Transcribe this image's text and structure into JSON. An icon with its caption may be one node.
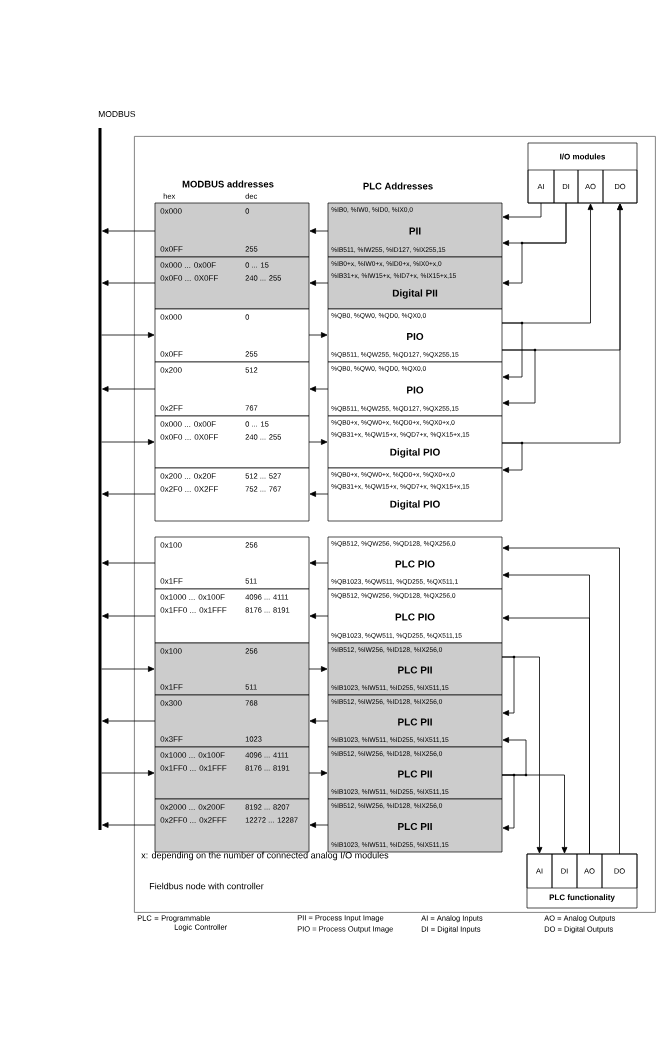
{
  "diagram": {
    "nodes": [
      {
        "text": [
          "MODBUS"
        ]
      },
      {
        "text": [
          "Fieldbus node with controller"
        ]
      },
      {
        "text": [
          "0x000",
          "0",
          "0x0FF",
          "255"
        ],
        "in": 1
      },
      {
        "text": [
          "0x000 ... 0x00F",
          "0 ... 15",
          "0x0F0 ... 0X0FF",
          "240 ... 255"
        ],
        "in": 1
      },
      {
        "text": [
          "0x000",
          "0",
          "0x0FF",
          "255"
        ],
        "in": 1
      },
      {
        "text": [
          "0x200",
          "512",
          "0x2FF",
          "767"
        ],
        "in": 1
      },
      {
        "text": [
          "0x000 ... 0x00F",
          "0 ... 15",
          "0x0F0 ... 0X0FF",
          "240 ... 255"
        ],
        "in": 1
      },
      {
        "text": [
          "0x200 ... 0x20F",
          "512 ... 527",
          "0x2F0 ... 0X2FF",
          "752 ... 767"
        ],
        "in": 1
      },
      {
        "text": [
          "0x100",
          "256",
          "0x1FF",
          "511"
        ],
        "in": 1
      },
      {
        "text": [
          "0x1000 ... 0x100F",
          "4096 ... 4111",
          "0x1FF0 ... 0x1FFF",
          "8176 ... 8191"
        ],
        "in": 1
      },
      {
        "text": [
          "0x100",
          "256",
          "0x1FF",
          "511"
        ],
        "in": 1
      },
      {
        "text": [
          "0x300",
          "768",
          "0x3FF",
          "1023"
        ],
        "in": 1
      },
      {
        "text": [
          "0x1000 ... 0x100F",
          "4096 ... 4111",
          "0x1FF0 ... 0x1FFF",
          "8176 ... 8191"
        ],
        "in": 1
      },
      {
        "text": [
          "0x2000 ... 0x200F",
          "8192 ... 8207",
          "0x2FF0 ... 0x2FFF",
          "12272 ... 12287"
        ],
        "in": 1
      },
      {
        "text": [
          "%IB0, %IW0, %ID0, %IX0,0",
          "PII",
          "%IB511, %IW255, %ID127, %IX255,15"
        ],
        "in": 1
      },
      {
        "text": [
          "%IB0+x, %IW0+x, %ID0+x, %IX0+x,0",
          "%IB31+x, %IW15+x, %ID7+x, %IX15+x,15",
          "Digital PII"
        ],
        "in": 1
      },
      {
        "text": [
          "%QB0, %QW0, %QD0, %QX0,0",
          "PIO",
          "%QB511, %QW255, %QD127, %QX255,15"
        ],
        "in": 1
      },
      {
        "text": [
          "%QB0, %QW0, %QD0, %QX0,0",
          "PIO",
          "%QB511, %QW255, %QD127, %QX255,15"
        ],
        "in": 1
      },
      {
        "text": [
          "%QB0+x, %QW0+x, %QD0+x, %QX0+x,0",
          "%QB31+x, %QW15+x, %QD7+x, %QX15+x,15",
          "Digital PIO"
        ],
        "in": 1
      },
      {
        "text": [
          "%QB0+x, %QW0+x, %QD0+x, %QX0+x,0",
          "%QB31+x, %QW15+x, %QD7+x, %QX15+x,15",
          "Digital PIO"
        ],
        "in": 1
      },
      {
        "text": [
          "%QB512, %QW256, %QD128, %QX256,0",
          "PLC PIO",
          "%QB1023, %QW511, %QD255, %QX511,1"
        ],
        "in": 1
      },
      {
        "text": [
          "%QB512, %QW256, %QD128, %QX256,0",
          "PLC PIO",
          "%QB1023, %QW511, %QD255, %QX511,15"
        ],
        "in": 1
      },
      {
        "text": [
          "%IB512, %IW256, %ID128, %IX256,0",
          "PLC PII",
          "%IB1023, %IW511, %ID255, %IX511,15"
        ],
        "in": 1
      },
      {
        "text": [
          "%IB512, %IW256, %ID128, %IX256,0",
          "PLC PII",
          "%IB1023, %IW511, %ID255, %IX511,15"
        ],
        "in": 1
      },
      {
        "text": [
          "%IB512, %IW256, %ID128, %IX256,0",
          "PLC PII",
          "%IB1023, %IW511, %ID255, %IX511,15"
        ],
        "in": 1
      },
      {
        "text": [
          "%IB512, %IW256, %ID128, %IX256,0",
          "PLC PII",
          "%IB1023, %IW511, %ID255, %IX511,15"
        ],
        "in": 1
      },
      {
        "text": [
          "I/O modules"
        ],
        "in": 1
      },
      {
        "text": [
          "AI"
        ],
        "in": 26
      },
      {
        "text": [
          "DI"
        ],
        "in": 26
      },
      {
        "text": [
          "AO"
        ],
        "in": 26
      },
      {
        "text": [
          "DO"
        ],
        "in": 26
      },
      {
        "text": [
          "PLC functionality"
        ],
        "in": 1
      },
      {
        "text": [
          "AI"
        ],
        "in": 31
      },
      {
        "text": [
          "DI"
        ],
        "in": 31
      },
      {
        "text": [
          "AO"
        ],
        "in": 31
      },
      {
        "text": [
          "DO"
        ],
        "in": 31
      }
    ],
    "edges": [
      {
        "from": 2,
        "to": 0,
        "arrow": "to"
      },
      {
        "from": 14,
        "to": 2,
        "arrow": "to"
      },
      {
        "from": 3,
        "to": 0,
        "arrow": "to"
      },
      {
        "from": 15,
        "to": 3,
        "arrow": "to"
      },
      {
        "from": 0,
        "to": 4,
        "arrow": "to"
      },
      {
        "from": 4,
        "to": 16,
        "arrow": "to"
      },
      {
        "from": 5,
        "to": 0,
        "arrow": "to"
      },
      {
        "from": 17,
        "to": 5,
        "arrow": "to"
      },
      {
        "from": 0,
        "to": 6,
        "arrow": "to"
      },
      {
        "from": 6,
        "to": 18,
        "arrow": "to"
      },
      {
        "from": 7,
        "to": 0,
        "arrow": "to"
      },
      {
        "from": 19,
        "to": 7,
        "arrow": "to"
      },
      {
        "from": 8,
        "to": 0,
        "arrow": "to"
      },
      {
        "from": 20,
        "to": 8,
        "arrow": "to"
      },
      {
        "from": 9,
        "to": 0,
        "arrow": "to"
      },
      {
        "from": 21,
        "to": 9,
        "arrow": "to"
      },
      {
        "from": 0,
        "to": 10,
        "arrow": "to"
      },
      {
        "from": 10,
        "to": 22,
        "arrow": "to"
      },
      {
        "from": 11,
        "to": 0,
        "arrow": "to"
      },
      {
        "from": 23,
        "to": 11,
        "arrow": "to"
      },
      {
        "from": 0,
        "to": 12,
        "arrow": "to"
      },
      {
        "from": 12,
        "to": 24,
        "arrow": "to"
      },
      {
        "from": 13,
        "to": 0,
        "arrow": "to"
      },
      {
        "from": 25,
        "to": 13,
        "arrow": "to"
      },
      {
        "from": 27,
        "to": 14,
        "arrow": "to"
      },
      {
        "from": 28,
        "to": 14,
        "arrow": "to"
      },
      {
        "from": 28,
        "to": 15,
        "arrow": "to"
      },
      {
        "from": 16,
        "to": 29,
        "arrow": "to"
      },
      {
        "from": 16,
        "to": 17,
        "arrow": "to"
      },
      {
        "from": 16,
        "to": 30,
        "arrow": "to"
      },
      {
        "from": 16,
        "to": 17,
        "arrow": "to"
      },
      {
        "from": 18,
        "to": 30,
        "arrow": "to"
      },
      {
        "from": 18,
        "to": 19,
        "arrow": "to"
      },
      {
        "from": 35,
        "to": 20,
        "arrow": "to"
      },
      {
        "from": 34,
        "to": 20,
        "arrow": "to"
      },
      {
        "from": 34,
        "to": 21,
        "arrow": "to"
      },
      {
        "from": 22,
        "to": 32,
        "arrow": "to"
      },
      {
        "from": 22,
        "to": 23,
        "arrow": "to"
      },
      {
        "from": 24,
        "to": 23,
        "arrow": "to"
      },
      {
        "from": 24,
        "to": 33,
        "arrow": "to"
      },
      {
        "from": 24,
        "to": 25,
        "arrow": "to"
      }
    ],
    "labels": [
      "MODBUS addresses",
      "hex",
      "dec",
      "PLC Addresses",
      "x: depending on the number of connected analog I/O modules",
      "PLC = Programmable Logic Controller",
      "PII = Process Input Image",
      "AI = Analog Inputs",
      "AO = Analog Outputs",
      "PIO = Process Output Image",
      "DI = Digital Inputs",
      "DO = Digital Outputs"
    ]
  }
}
